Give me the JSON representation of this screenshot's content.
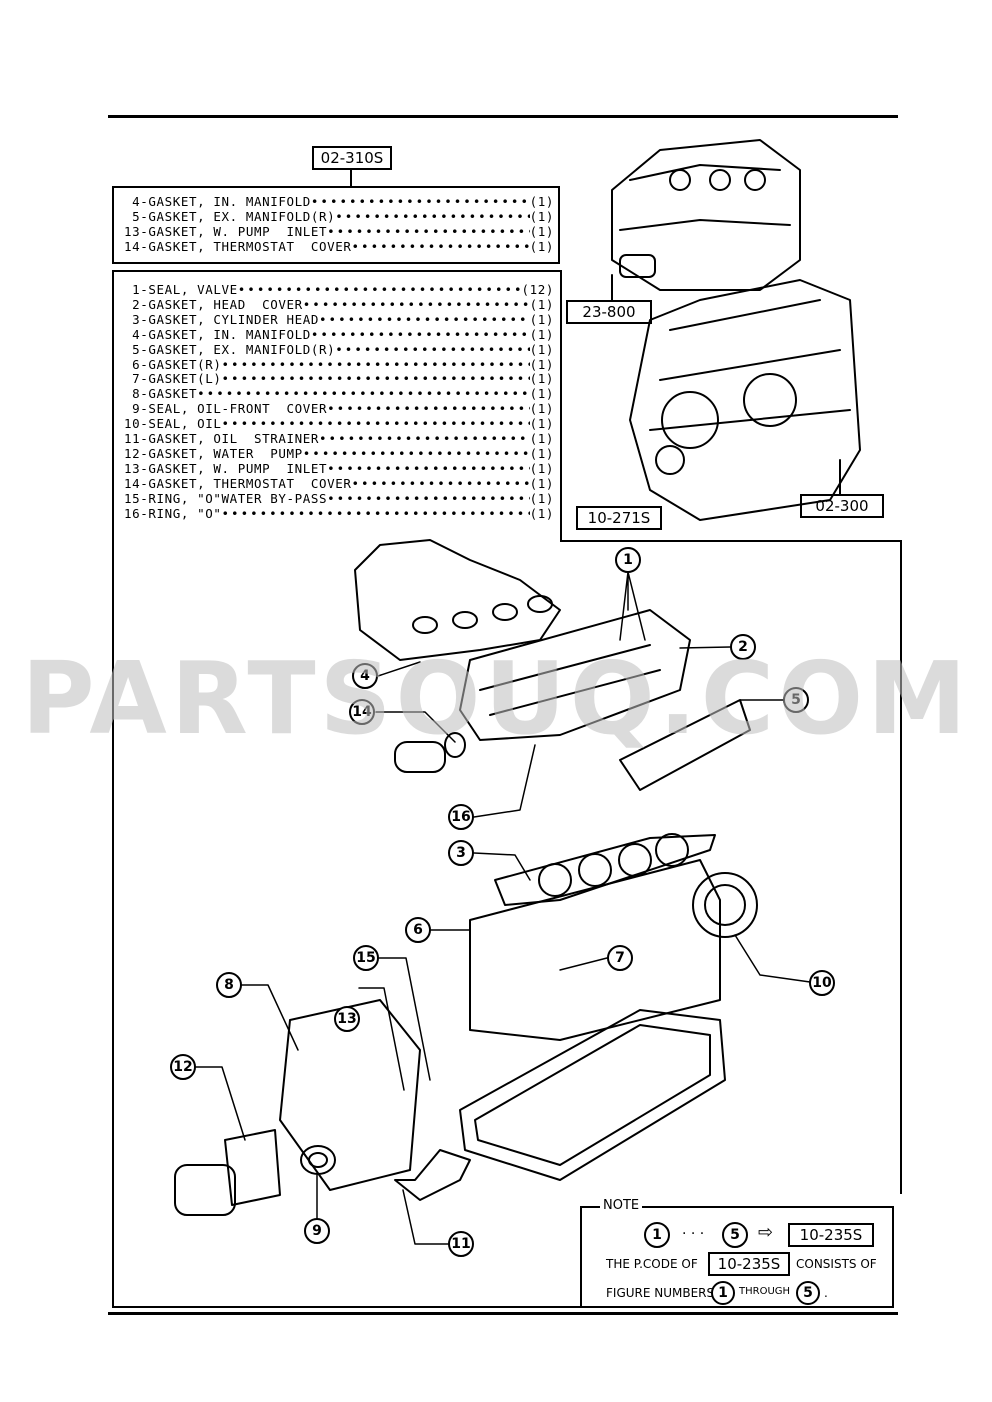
{
  "header_code": "02-310S",
  "header_list": [
    {
      "desc": " 4-GASKET, IN. MANIFOLD",
      "qty": "(1)"
    },
    {
      "desc": " 5-GASKET, EX. MANIFOLD(R)",
      "qty": "(1)"
    },
    {
      "desc": "13-GASKET, W. PUMP  INLET",
      "qty": "(1)"
    },
    {
      "desc": "14-GASKET, THERMOSTAT  COVER",
      "qty": "(1)"
    }
  ],
  "kit_list": [
    {
      "desc": " 1-SEAL, VALVE",
      "qty": "(12)"
    },
    {
      "desc": " 2-GASKET, HEAD  COVER",
      "qty": "(1)"
    },
    {
      "desc": " 3-GASKET, CYLINDER HEAD",
      "qty": "(1)"
    },
    {
      "desc": " 4-GASKET, IN. MANIFOLD",
      "qty": "(1)"
    },
    {
      "desc": " 5-GASKET, EX. MANIFOLD(R)",
      "qty": "(1)"
    },
    {
      "desc": " 6-GASKET(R)",
      "qty": "(1)"
    },
    {
      "desc": " 7-GASKET(L)",
      "qty": "(1)"
    },
    {
      "desc": " 8-GASKET",
      "qty": "(1)"
    },
    {
      "desc": " 9-SEAL, OIL-FRONT  COVER",
      "qty": "(1)"
    },
    {
      "desc": "10-SEAL, OIL",
      "qty": "(1)"
    },
    {
      "desc": "11-GASKET, OIL  STRAINER",
      "qty": "(1)"
    },
    {
      "desc": "12-GASKET, WATER  PUMP",
      "qty": "(1)"
    },
    {
      "desc": "13-GASKET, W. PUMP  INLET",
      "qty": "(1)"
    },
    {
      "desc": "14-GASKET, THERMOSTAT  COVER",
      "qty": "(1)"
    },
    {
      "desc": "15-RING, \"O\"WATER BY-PASS",
      "qty": "(1)"
    },
    {
      "desc": "16-RING, \"O\"",
      "qty": "(1)"
    }
  ],
  "codes": {
    "block": "23-800",
    "engine": "02-300",
    "kit": "10-271S"
  },
  "callouts": [
    "1",
    "2",
    "3",
    "4",
    "5",
    "6",
    "7",
    "8",
    "9",
    "10",
    "11",
    "12",
    "13",
    "14",
    "15",
    "16"
  ],
  "watermark": "PARTSOUQ.COM",
  "note": {
    "title": "NOTE",
    "range_from": "1",
    "range_dots": "· · ·",
    "range_to": "5",
    "arrow": "⇨",
    "code": "10-235S",
    "line1_pre": "THE P.CODE OF",
    "line1_code": "10-235S",
    "line1_post": "CONSISTS OF",
    "line2_pre": "FIGURE NUMBERS",
    "line2_from": "1",
    "line2_mid": "THROUGH",
    "line2_to": "5",
    "line2_end": "."
  }
}
